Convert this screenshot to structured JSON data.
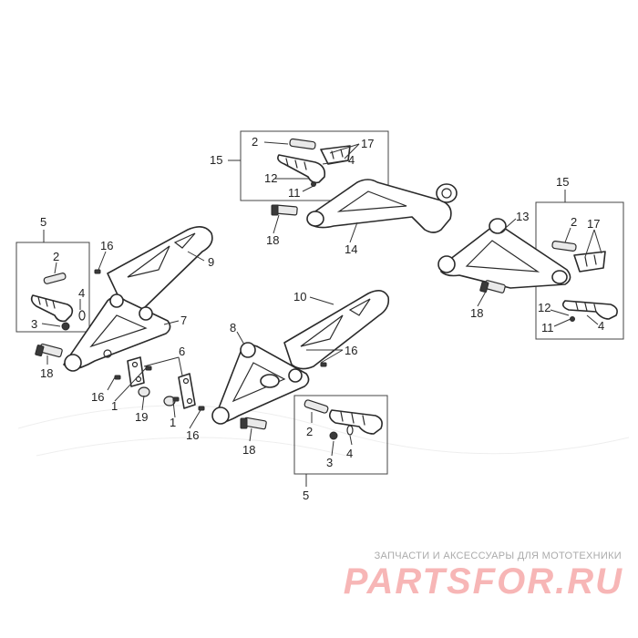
{
  "callouts": {
    "c1": "1",
    "c1b": "1",
    "c2a": "2",
    "c2b": "2",
    "c2c": "2",
    "c2d": "2",
    "c3a": "3",
    "c3b": "3",
    "c4a": "4",
    "c4b": "4",
    "c4c": "4",
    "c4d": "4",
    "c5a": "5",
    "c5b": "5",
    "c6": "6",
    "c7": "7",
    "c8": "8",
    "c9": "9",
    "c10": "10",
    "c11a": "11",
    "c11b": "11",
    "c12a": "12",
    "c12b": "12",
    "c13": "13",
    "c14": "14",
    "c15a": "15",
    "c15b": "15",
    "c16a": "16",
    "c16b": "16",
    "c16c": "16",
    "c16d": "16",
    "c17a": "17",
    "c17b": "17",
    "c18a": "18",
    "c18b": "18",
    "c18c": "18",
    "c18d": "18",
    "c19": "19"
  },
  "watermark": {
    "caption": "ЗАПЧАСТИ И АКСЕССУАРЫ ДЛЯ МОТОТЕХНИКИ",
    "logo": "PARTSFOR.RU"
  },
  "colors": {
    "line": "#2a2a2a",
    "logo": "#f7b6b6",
    "caption": "#ababab"
  }
}
